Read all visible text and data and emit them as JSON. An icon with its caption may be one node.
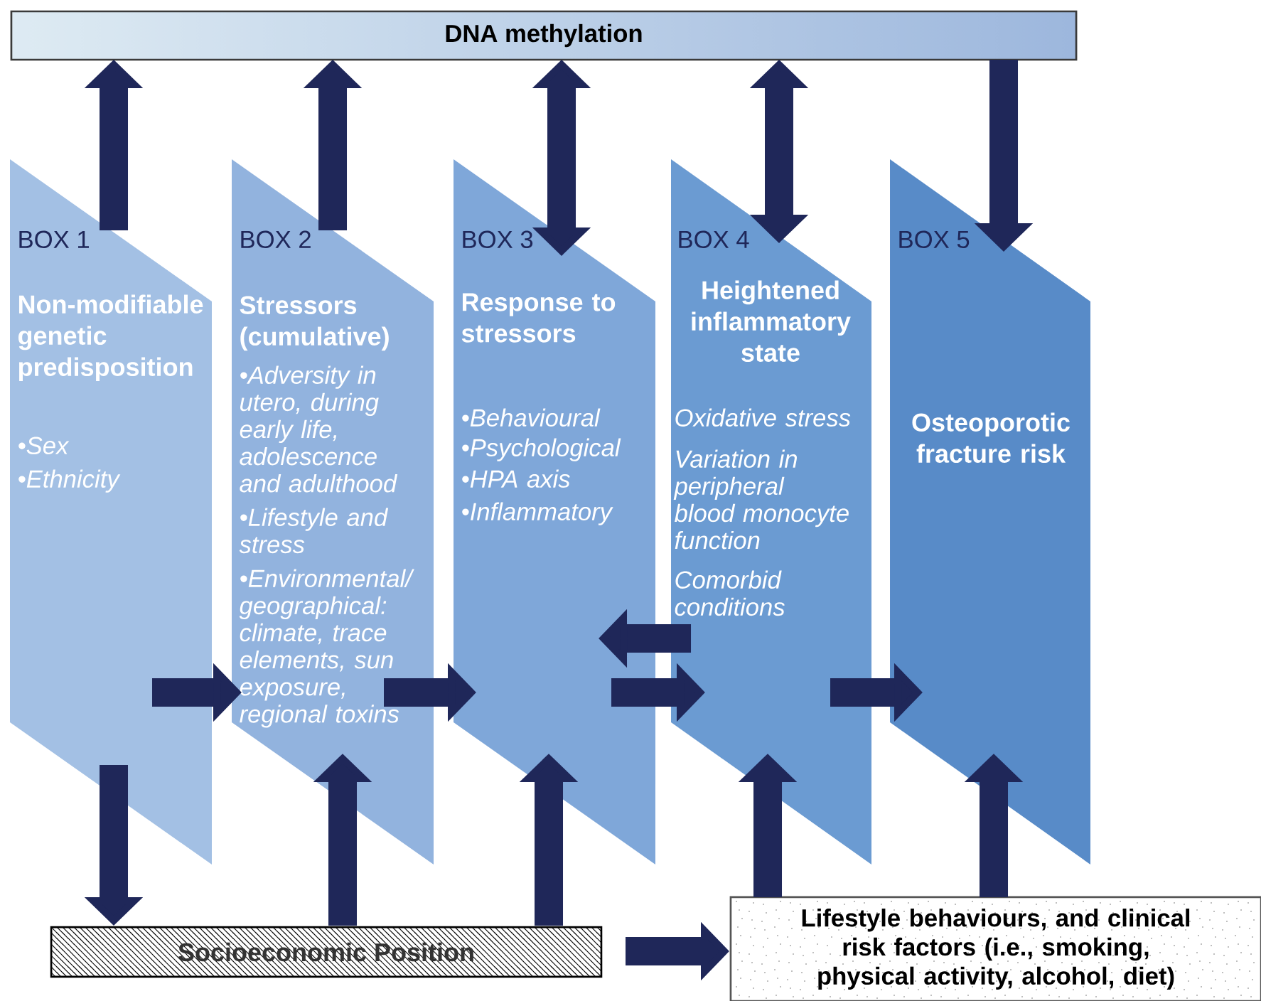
{
  "diagram": {
    "nodes": [
      {
        "text": [
          "DNA methylation"
        ]
      },
      {
        "text": [
          "BOX 1",
          "Non-modifiable genetic predisposition",
          "•Sex",
          "•Ethnicity"
        ]
      },
      {
        "text": [
          "BOX 2",
          "Stressors (cumulative)",
          "•Adversity in utero, during early life, adolescence and adulthood",
          "•Lifestyle and stress",
          "•Environmental/ geographical: climate, trace elements, sun exposure, regional toxins"
        ]
      },
      {
        "text": [
          "BOX 3",
          "Response to stressors",
          "•Behavioural",
          "•Psychological",
          "•HPA axis",
          "•Inflammatory"
        ]
      },
      {
        "text": [
          "BOX 4",
          "Heightened inflammatory state",
          "Oxidative stress",
          "Variation in peripheral blood monocyte function",
          "Comorbid conditions"
        ]
      },
      {
        "text": [
          "BOX 5",
          "Osteoporotic fracture risk"
        ]
      },
      {
        "text": [
          "Socioeconomic Position"
        ]
      },
      {
        "text": [
          "Lifestyle behaviours, and clinical risk factors (i.e., smoking, physical activity, alcohol, diet)"
        ]
      }
    ],
    "edges": [
      {
        "from": 1,
        "to": 0,
        "arrow": "to"
      },
      {
        "from": 2,
        "to": 0,
        "arrow": "to"
      },
      {
        "from": 3,
        "to": 0,
        "arrow": "both"
      },
      {
        "from": 4,
        "to": 0,
        "arrow": "both"
      },
      {
        "from": 0,
        "to": 5,
        "arrow": "to"
      },
      {
        "from": 1,
        "to": 2,
        "arrow": "to"
      },
      {
        "from": 2,
        "to": 3,
        "arrow": "to"
      },
      {
        "from": 3,
        "to": 4,
        "arrow": "to"
      },
      {
        "from": 4,
        "to": 5,
        "arrow": "to"
      },
      {
        "from": 4,
        "to": 3,
        "arrow": "to"
      },
      {
        "from": 1,
        "to": 6,
        "arrow": "to"
      },
      {
        "from": 6,
        "to": 2,
        "arrow": "to"
      },
      {
        "from": 6,
        "to": 3,
        "arrow": "to"
      },
      {
        "from": 7,
        "to": 4,
        "arrow": "to"
      },
      {
        "from": 7,
        "to": 5,
        "arrow": "to"
      },
      {
        "from": 6,
        "to": 7,
        "arrow": "to"
      }
    ]
  }
}
